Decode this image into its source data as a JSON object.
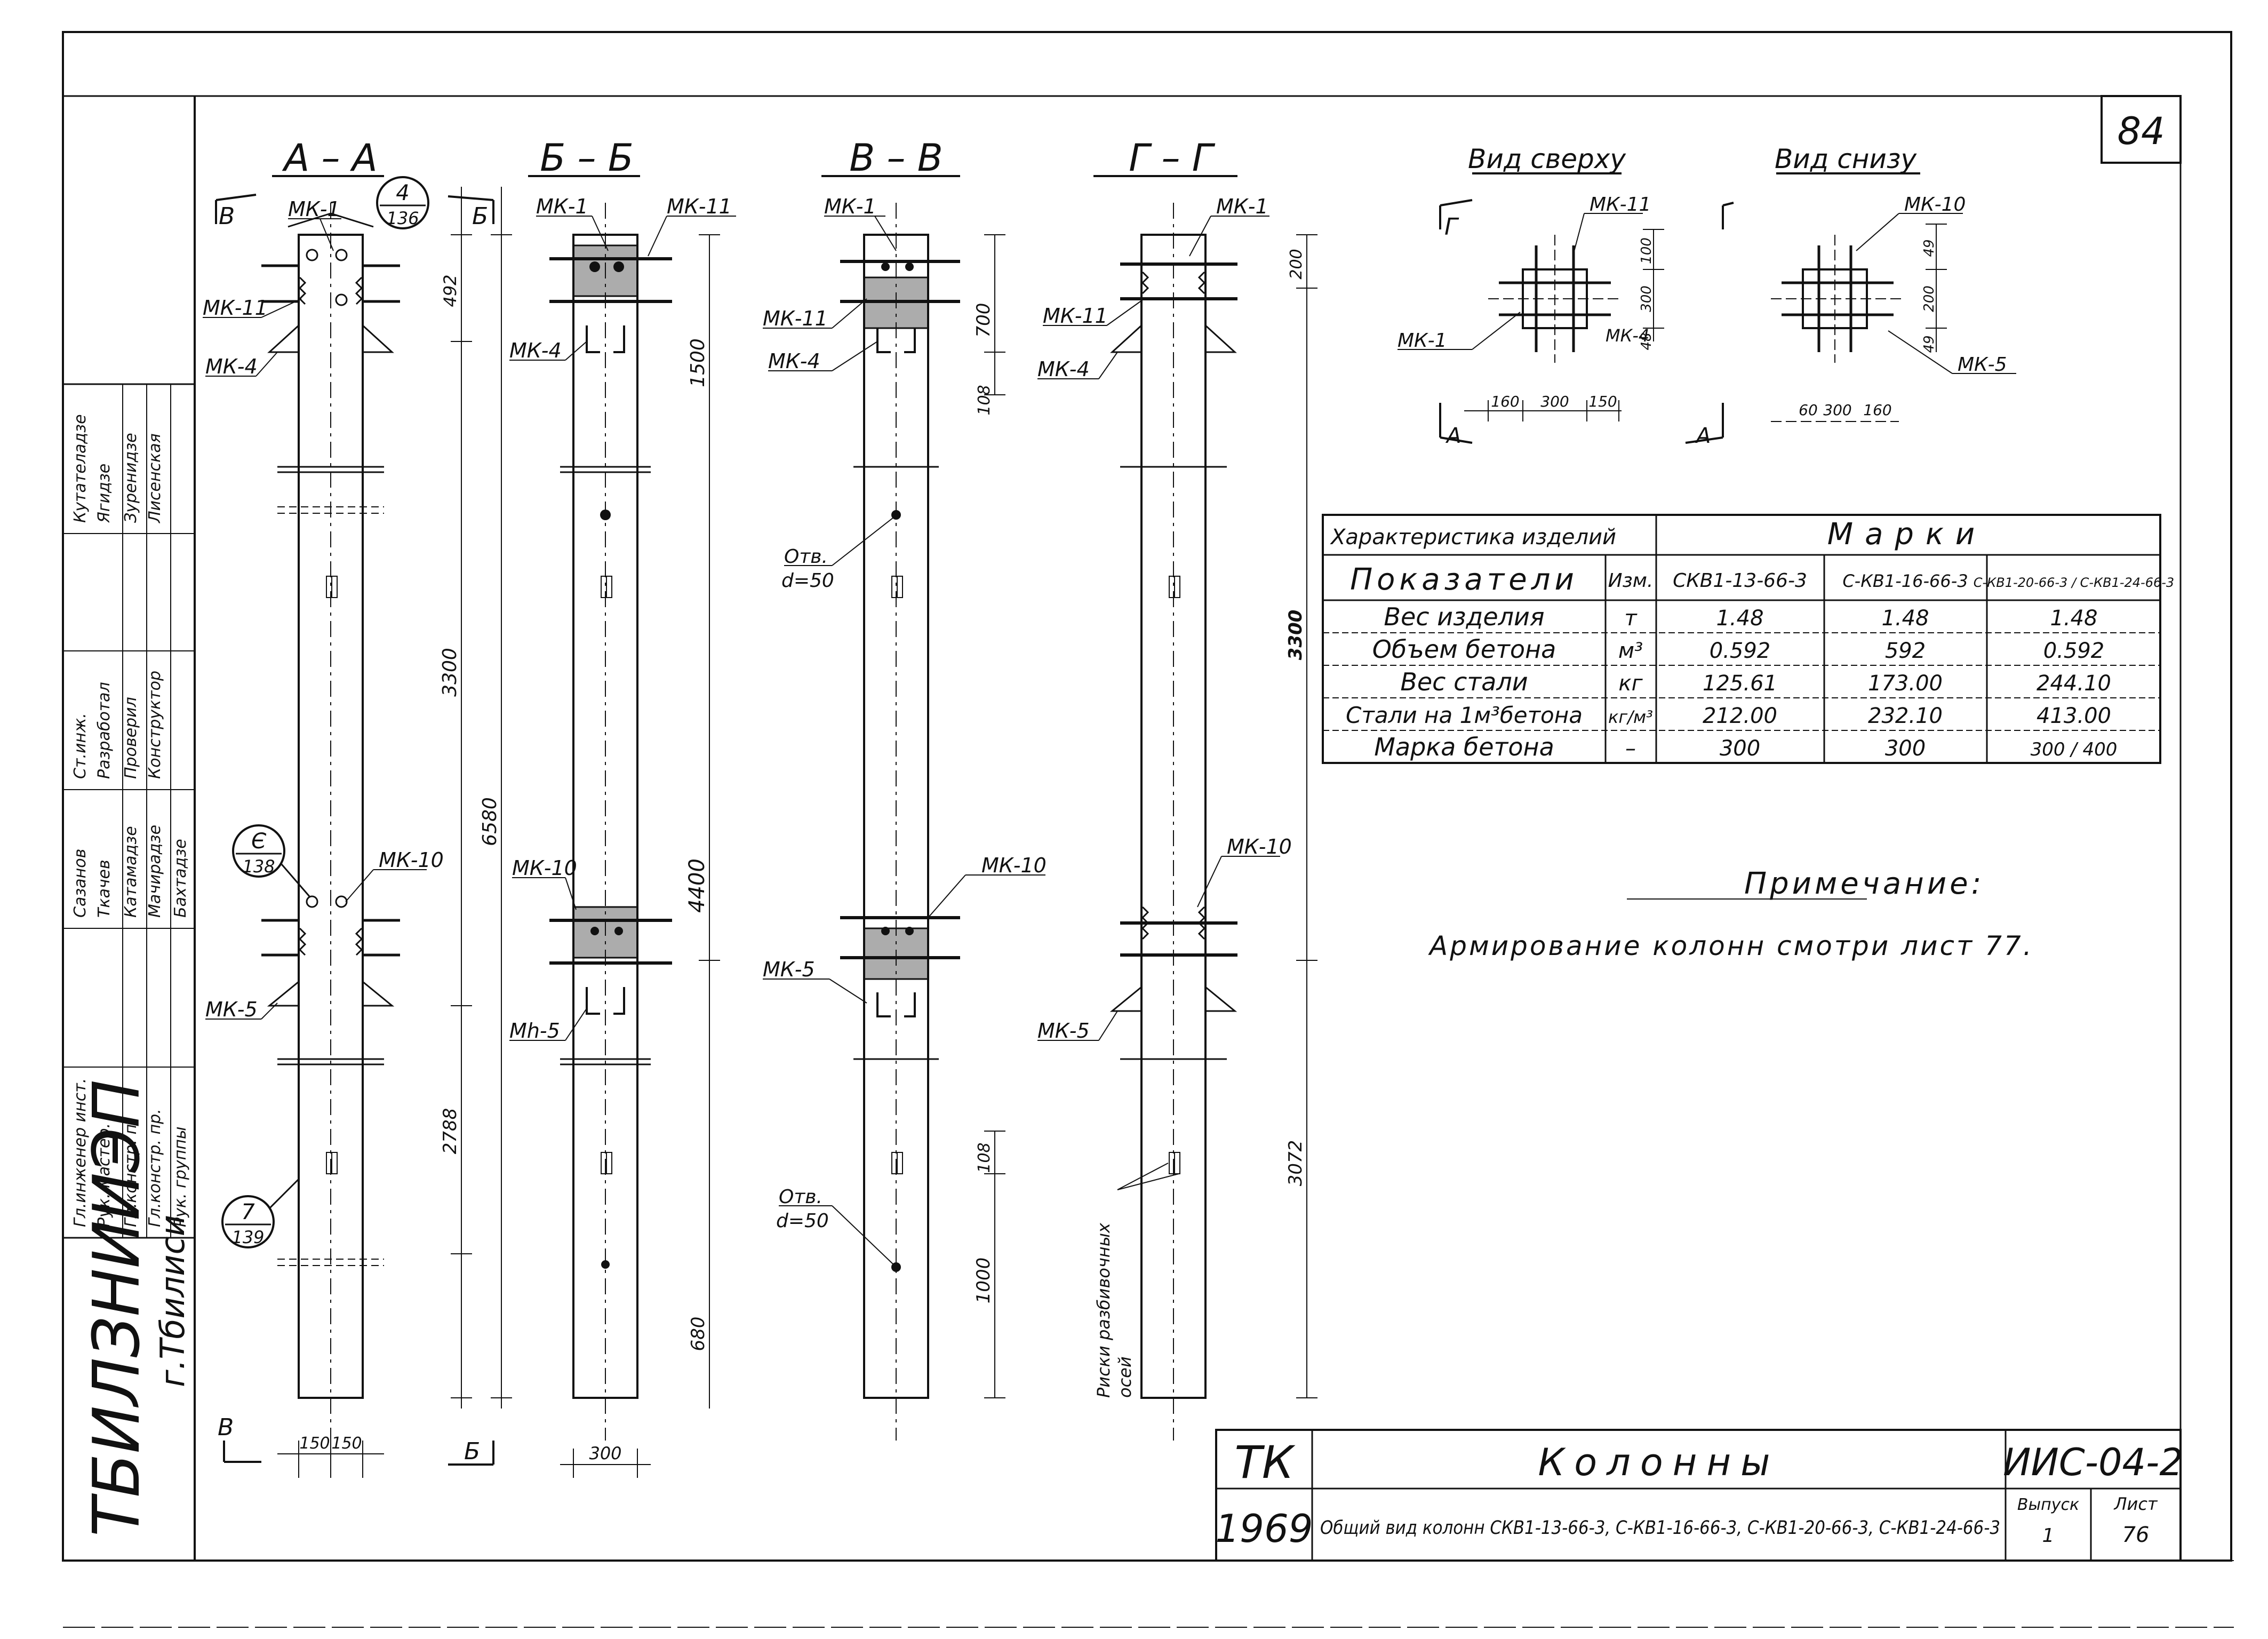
{
  "sheet_number": "84",
  "sections": [
    {
      "title": "А – А"
    },
    {
      "title": "Б – Б"
    },
    {
      "title": "В – В"
    },
    {
      "title": "Г – Г"
    }
  ],
  "views": {
    "top": "Вид сверху",
    "bottom": "Вид снизу"
  },
  "callouts": {
    "a_top_num": "4",
    "a_top_den": "136",
    "a_mid_num": "Є",
    "a_mid_den": "138",
    "a_bot_num": "7",
    "a_bot_den": "139"
  },
  "section_letters": {
    "a_tl": "В",
    "a_bl": "В",
    "b_tl": "Б",
    "b_bl": "Б",
    "top_r": "Г",
    "top_a": "А",
    "bot_a": "А"
  },
  "labels": {
    "mk1": "МК-1",
    "mk11": "МК-11",
    "mk4": "МК-4",
    "mk10": "МК-10",
    "mk5": "МК-5",
    "mh5": "Мh-5",
    "otv": "Отв.",
    "d50": "d=50",
    "risks_1": "Риски разбивочных",
    "risks_2": "осей",
    "top_mk11": "МК-11",
    "top_mk1": "МК-1",
    "top_mk4": "МК-4",
    "bot_mk10": "МК-10",
    "bot_mk5": "МК-5"
  },
  "dims": {
    "a_492": "492",
    "a_3300": "3300",
    "a_6580": "6580",
    "a_2788": "2788",
    "a_680": "680",
    "a_150a": "150",
    "a_150b": "150",
    "b_1500": "1500",
    "b_4400": "4400",
    "b_300": "300",
    "v_700": "700",
    "v_108a": "108",
    "v_108b": "108",
    "v_1000": "1000",
    "g_200": "200",
    "g_3300": "3300",
    "g_3072": "3072",
    "t_160": "160",
    "t_300": "300",
    "t_150": "150",
    "t_300v": "300",
    "t_100": "100",
    "t_48": "48",
    "u_60": "60",
    "u_300": "300",
    "u_160": "160",
    "u_49": "49",
    "u_200": "200",
    "u_49b": "49"
  },
  "table": {
    "header_left": "Характеристика изделий",
    "header_right": "Марки",
    "col_indicator": "Показатели",
    "col_unit": "Изм.",
    "marks": [
      "СКВ1-13-66-3",
      "С-КВ1-16-66-3",
      "С-КВ1-20-66-3 / С-КВ1-24-66-3"
    ],
    "rows": [
      {
        "name": "Вес изделия",
        "unit": "т",
        "v": [
          "1.48",
          "1.48",
          "1.48"
        ]
      },
      {
        "name": "Объем бетона",
        "unit": "м³",
        "v": [
          "0.592",
          "592",
          "0.592"
        ]
      },
      {
        "name": "Вес стали",
        "unit": "кг",
        "v": [
          "125.61",
          "173.00",
          "244.10"
        ]
      },
      {
        "name": "Стали на 1м³бетона",
        "unit": "кг/м³",
        "v": [
          "212.00",
          "232.10",
          "413.00"
        ]
      },
      {
        "name": "Марка бетона",
        "unit": "–",
        "v": [
          "300",
          "300",
          "300 / 400"
        ]
      }
    ]
  },
  "note": {
    "title": "Примечание:",
    "text": "Армирование колонн смотри лист 77."
  },
  "stamp": {
    "series": "ТК",
    "year": "1969",
    "title": "Колонны",
    "code": "ИИС-04-2",
    "description": "Общий вид колонн СКВ1-13-66-3, С-КВ1-16-66-3, С-КВ1-20-66-3, С-КВ1-24-66-3",
    "issue_label": "Выпуск",
    "issue_value": "1",
    "sheet_label": "Лист",
    "sheet_value": "76"
  },
  "org": {
    "name": "ТБИЛЗНИИЭП",
    "city": "г.Тбилиси"
  },
  "signatures": {
    "roles": [
      "Гл.инженер инст.",
      "Рук. мастер.",
      "Гл.констр. п.",
      "Гл.констр. пр.",
      "Рук. группы"
    ],
    "names": [
      "Сазанов",
      "Ткачев",
      "Катамадзе",
      "Мачирадзе",
      "Бахтадзе"
    ],
    "roles2": [
      "Ст.инж.",
      "Разработал",
      "Проверил",
      "Конструктор"
    ],
    "names2": [
      "Кутателадзе",
      "Ягидзе",
      "Зуренидзе",
      "Лисенская"
    ]
  }
}
